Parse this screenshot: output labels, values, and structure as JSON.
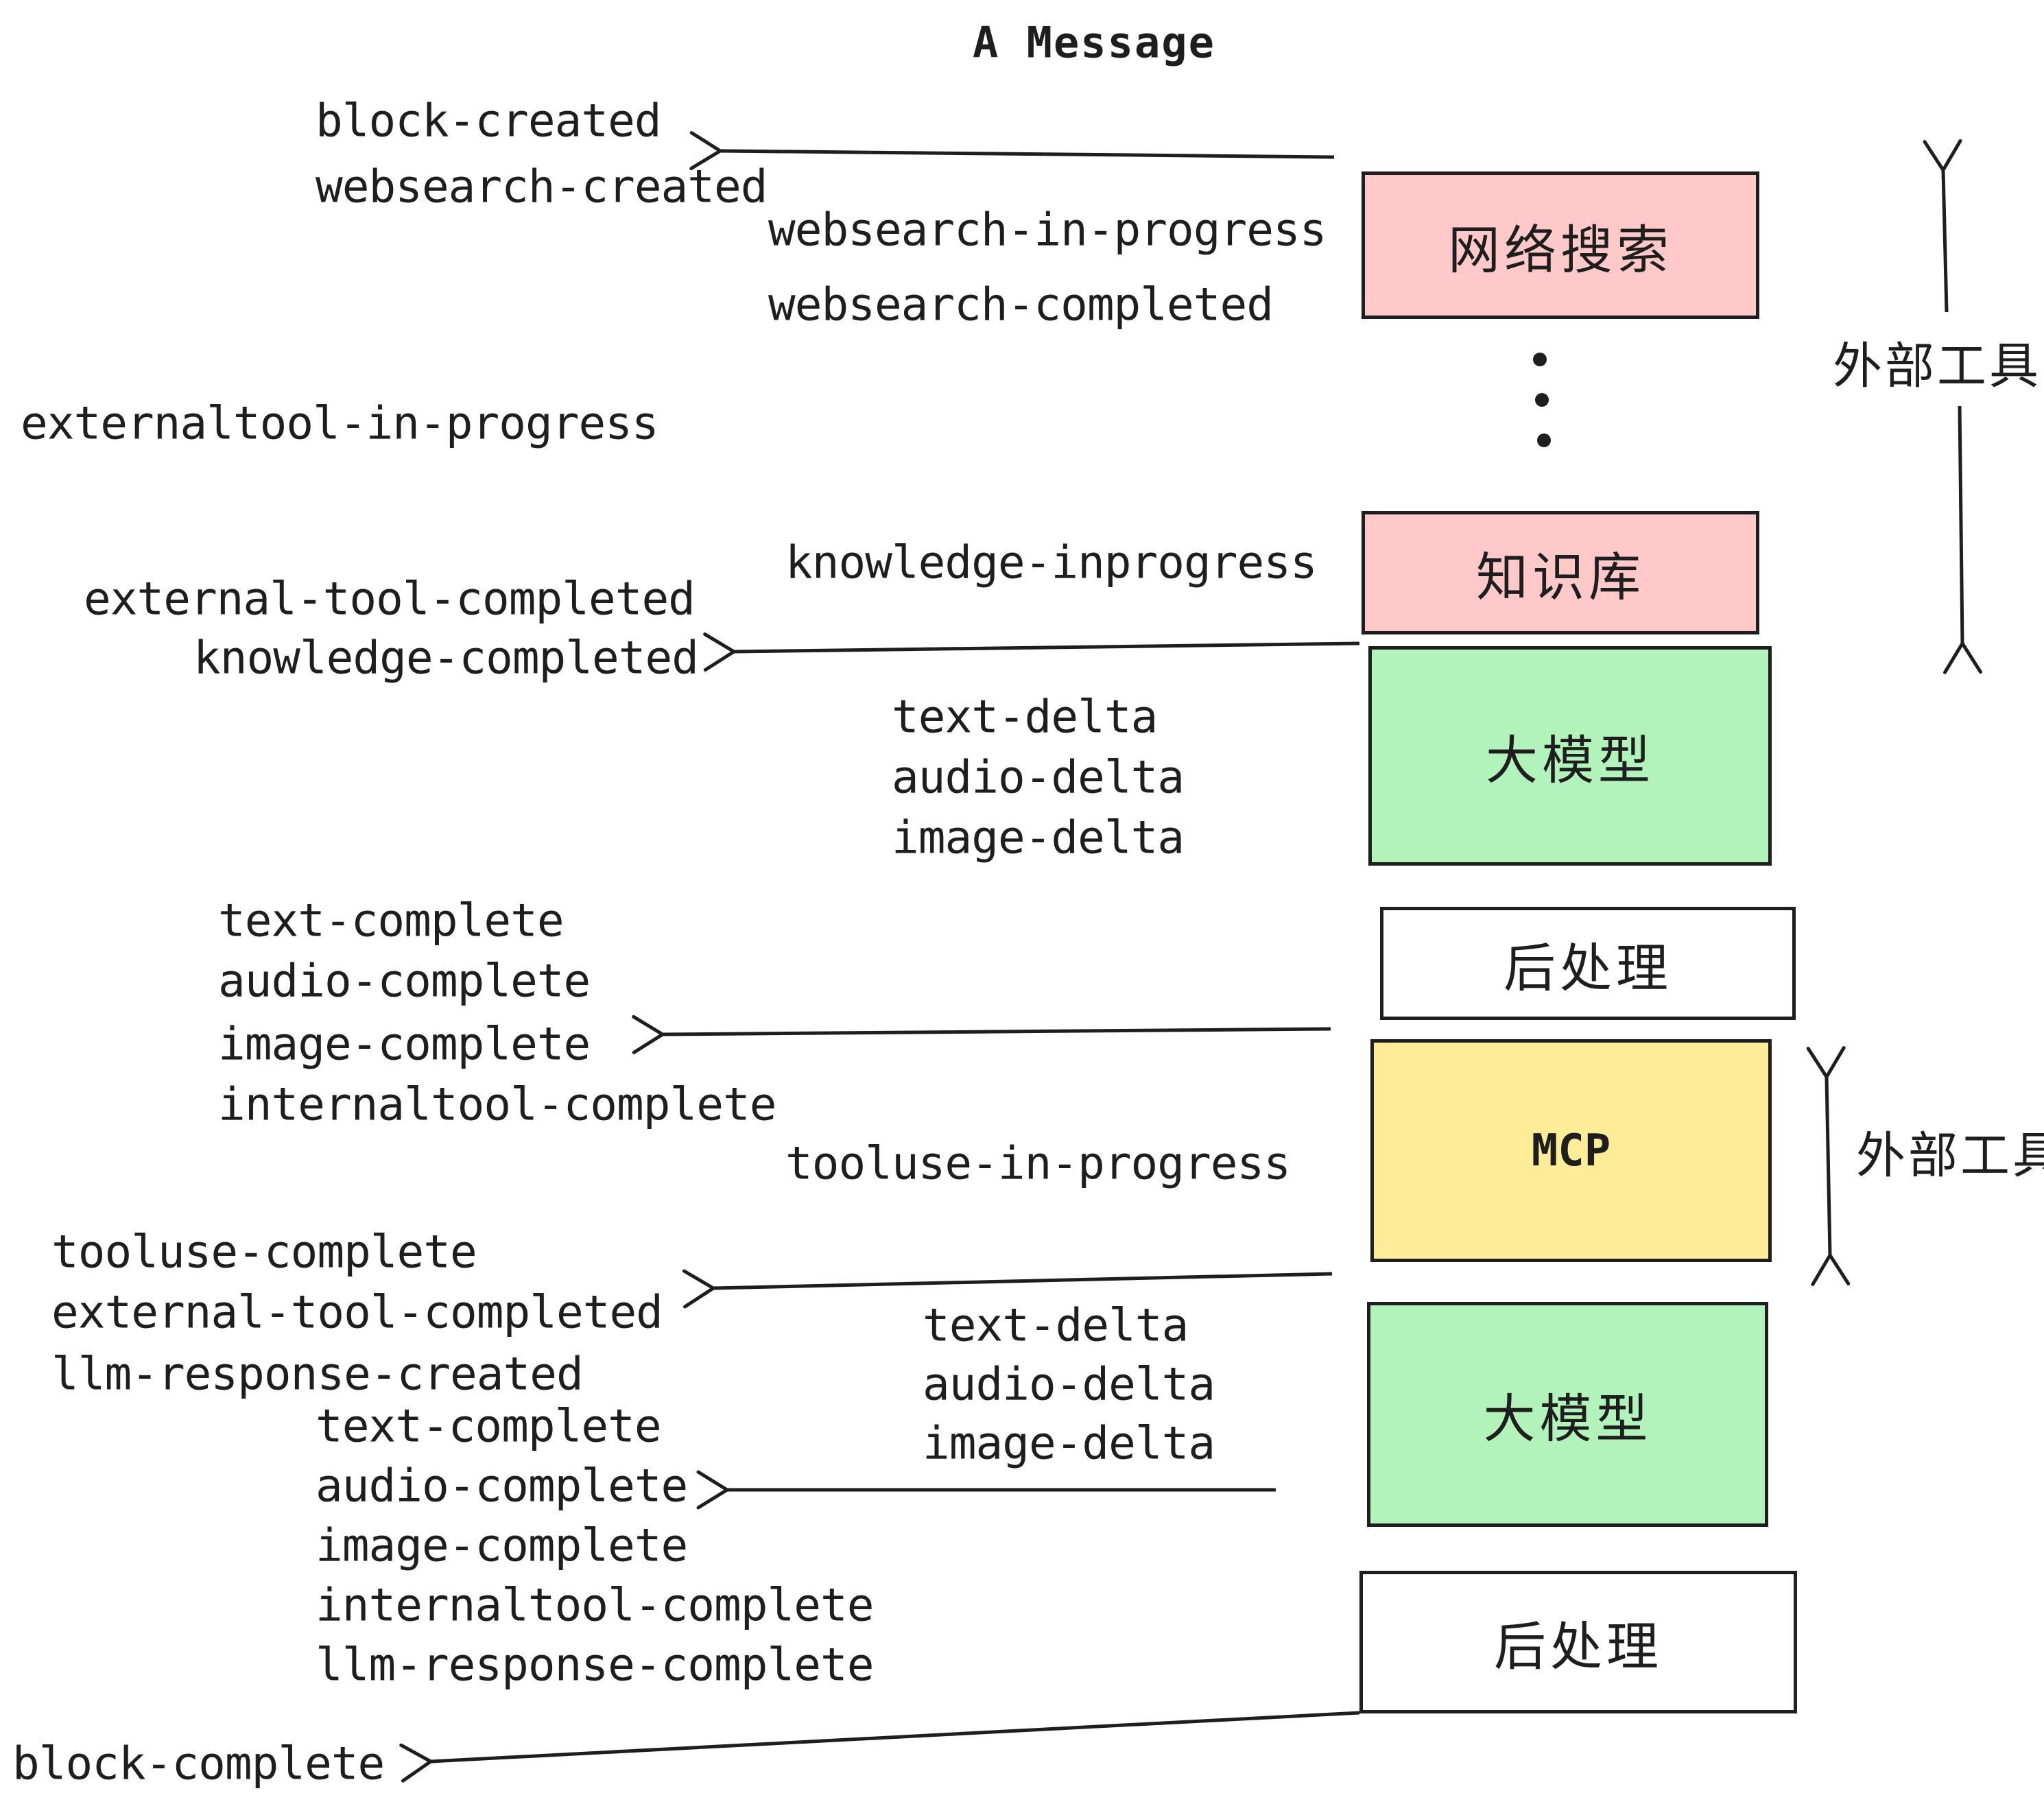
{
  "title": "A Message",
  "boxes": {
    "websearch_label": "网络搜索",
    "knowledge_label": "知识库",
    "llm_label": "大模型",
    "postprocess_label": "后处理",
    "mcp_label": "MCP"
  },
  "side": {
    "external_tools_label": "外部工具"
  },
  "events": {
    "block_created": "block-created",
    "websearch_created": "websearch-created",
    "websearch_in_progress": "websearch-in-progress",
    "websearch_completed": "websearch-completed",
    "externaltool_in_progress": "externaltool-in-progress",
    "knowledge_inprogress": "knowledge-inprogress",
    "external_tool_completed": "external-tool-completed",
    "knowledge_completed": "knowledge-completed",
    "text_delta": "text-delta",
    "audio_delta": "audio-delta",
    "image_delta": "image-delta",
    "text_complete": "text-complete",
    "audio_complete": "audio-complete",
    "image_complete": "image-complete",
    "internaltool_complete": "internaltool-complete",
    "tooluse_in_progress": "tooluse-in-progress",
    "tooluse_complete": "tooluse-complete",
    "llm_response_created": "llm-response-created",
    "llm_response_complete": "llm-response-complete",
    "block_complete": "block-complete"
  },
  "colors": {
    "box_pink": "#ffc9c9",
    "box_green": "#b2f2bb",
    "box_yellow": "#ffec99",
    "box_white": "#ffffff",
    "stroke": "#1e1e1e",
    "background": "#ffffff"
  }
}
